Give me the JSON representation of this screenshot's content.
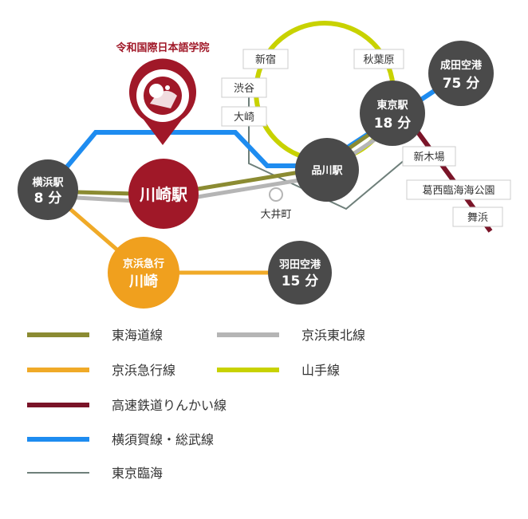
{
  "school": {
    "name": "令和国際日本語学院",
    "logo_icon": "school-logo-icon",
    "color": "#a01828"
  },
  "stations": {
    "kawasaki": {
      "name": "川崎駅"
    },
    "yokohama": {
      "name": "横浜駅",
      "time": "8 分"
    },
    "keikyu_kawasaki": {
      "line": "京浜急行",
      "name": "川崎"
    },
    "haneda": {
      "name": "羽田空港",
      "time": "15 分"
    },
    "shinagawa": {
      "name": "品川駅"
    },
    "tokyo": {
      "name": "東京駅",
      "time": "18 分"
    },
    "narita": {
      "name": "成田空港",
      "time": "75 分"
    }
  },
  "labels": {
    "shinjuku": "新宿",
    "shibuya": "渋谷",
    "osaki": "大崎",
    "akihabara": "秋葉原",
    "shinkiba": "新木場",
    "kasai": "葛西臨海海公園",
    "maihama": "舞浜",
    "oimachi": "大井町"
  },
  "legend": [
    {
      "key": "tokaido",
      "label": "東海道線",
      "color": "#8b8b32"
    },
    {
      "key": "keihin_tohoku",
      "label": "京浜東北線",
      "color": "#b5b5b5"
    },
    {
      "key": "keikyu",
      "label": "京浜急行線",
      "color": "#f0aa28"
    },
    {
      "key": "yamanote",
      "label": "山手線",
      "color": "#c8d200"
    },
    {
      "key": "rinkai_high",
      "label": "高速鉄道りんかい線",
      "color": "#7a1428"
    },
    {
      "key": "yokosuka",
      "label": "横須賀線・総武線",
      "color": "#1e8cf0"
    },
    {
      "key": "tokyo_rinkai",
      "label": "東京臨海",
      "color": "#6e7f7a"
    }
  ],
  "colors": {
    "station_dark": "#4a4a4a",
    "station_kawasaki": "#a01828",
    "station_keikyu": "#f0a01e"
  }
}
